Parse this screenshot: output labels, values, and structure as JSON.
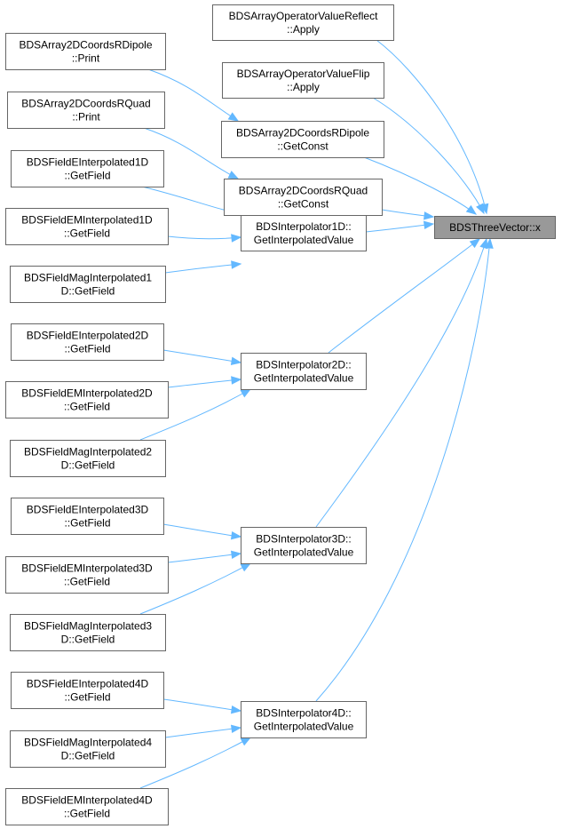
{
  "graph": {
    "target": {
      "id": "x",
      "lines": [
        "BDSThreeVector::x"
      ]
    },
    "nodes": [
      {
        "id": "reflect",
        "lines": [
          "BDSArrayOperatorValueReflect",
          "::Apply"
        ]
      },
      {
        "id": "flip",
        "lines": [
          "BDSArrayOperatorValueFlip",
          "::Apply"
        ]
      },
      {
        "id": "dipole_print",
        "lines": [
          "BDSArray2DCoordsRDipole",
          "::Print"
        ]
      },
      {
        "id": "dipole_getconst",
        "lines": [
          "BDSArray2DCoordsRDipole",
          "::GetConst"
        ]
      },
      {
        "id": "quad_print",
        "lines": [
          "BDSArray2DCoordsRQuad",
          "::Print"
        ]
      },
      {
        "id": "quad_getconst",
        "lines": [
          "BDSArray2DCoordsRQuad",
          "::GetConst"
        ]
      },
      {
        "id": "e1d",
        "lines": [
          "BDSFieldEInterpolated1D",
          "::GetField"
        ]
      },
      {
        "id": "em1d",
        "lines": [
          "BDSFieldEMInterpolated1D",
          "::GetField"
        ]
      },
      {
        "id": "mag1d",
        "lines": [
          "BDSFieldMagInterpolated1",
          "D::GetField"
        ]
      },
      {
        "id": "interp1d",
        "lines": [
          "BDSInterpolator1D::",
          "GetInterpolatedValue"
        ]
      },
      {
        "id": "e2d",
        "lines": [
          "BDSFieldEInterpolated2D",
          "::GetField"
        ]
      },
      {
        "id": "em2d",
        "lines": [
          "BDSFieldEMInterpolated2D",
          "::GetField"
        ]
      },
      {
        "id": "mag2d",
        "lines": [
          "BDSFieldMagInterpolated2",
          "D::GetField"
        ]
      },
      {
        "id": "interp2d",
        "lines": [
          "BDSInterpolator2D::",
          "GetInterpolatedValue"
        ]
      },
      {
        "id": "e3d",
        "lines": [
          "BDSFieldEInterpolated3D",
          "::GetField"
        ]
      },
      {
        "id": "em3d",
        "lines": [
          "BDSFieldEMInterpolated3D",
          "::GetField"
        ]
      },
      {
        "id": "mag3d",
        "lines": [
          "BDSFieldMagInterpolated3",
          "D::GetField"
        ]
      },
      {
        "id": "interp3d",
        "lines": [
          "BDSInterpolator3D::",
          "GetInterpolatedValue"
        ]
      },
      {
        "id": "e4d",
        "lines": [
          "BDSFieldEInterpolated4D",
          "::GetField"
        ]
      },
      {
        "id": "mag4d",
        "lines": [
          "BDSFieldMagInterpolated4",
          "D::GetField"
        ]
      },
      {
        "id": "em4d",
        "lines": [
          "BDSFieldEMInterpolated4D",
          "::GetField"
        ]
      },
      {
        "id": "interp4d",
        "lines": [
          "BDSInterpolator4D::",
          "GetInterpolatedValue"
        ]
      }
    ],
    "edges": [
      {
        "from": "reflect",
        "to": "x"
      },
      {
        "from": "flip",
        "to": "x"
      },
      {
        "from": "dipole_getconst",
        "to": "x"
      },
      {
        "from": "quad_getconst",
        "to": "x"
      },
      {
        "from": "interp1d",
        "to": "x"
      },
      {
        "from": "interp2d",
        "to": "x"
      },
      {
        "from": "interp3d",
        "to": "x"
      },
      {
        "from": "interp4d",
        "to": "x"
      },
      {
        "from": "dipole_print",
        "to": "dipole_getconst"
      },
      {
        "from": "quad_print",
        "to": "quad_getconst"
      },
      {
        "from": "e1d",
        "to": "interp1d"
      },
      {
        "from": "em1d",
        "to": "interp1d"
      },
      {
        "from": "mag1d",
        "to": "interp1d"
      },
      {
        "from": "e2d",
        "to": "interp2d"
      },
      {
        "from": "em2d",
        "to": "interp2d"
      },
      {
        "from": "mag2d",
        "to": "interp2d"
      },
      {
        "from": "e3d",
        "to": "interp3d"
      },
      {
        "from": "em3d",
        "to": "interp3d"
      },
      {
        "from": "mag3d",
        "to": "interp3d"
      },
      {
        "from": "e4d",
        "to": "interp4d"
      },
      {
        "from": "mag4d",
        "to": "interp4d"
      },
      {
        "from": "em4d",
        "to": "interp4d"
      }
    ],
    "colors": {
      "edge": "#63b8ff",
      "node_border": "#666666",
      "target_fill": "#999999"
    }
  }
}
